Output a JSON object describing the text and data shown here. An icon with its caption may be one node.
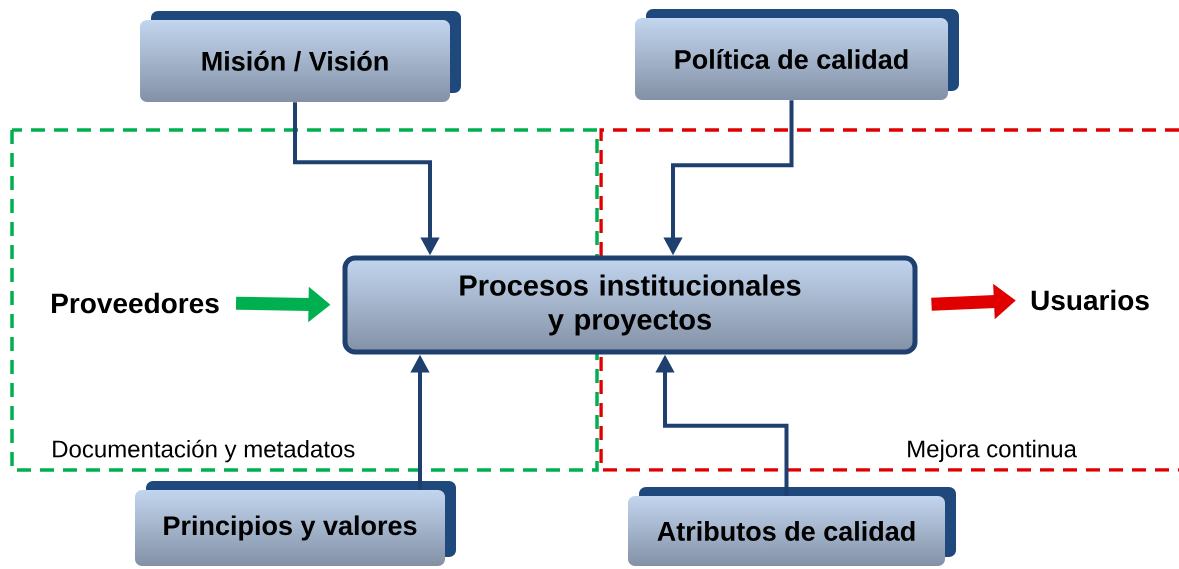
{
  "diagram": {
    "nodes": [
      {
        "text": [
          "Misión / Visión"
        ]
      },
      {
        "text": [
          "Política de calidad"
        ]
      },
      {
        "text": [
          "Proveedores"
        ]
      },
      {
        "text": [
          "Procesos institucionales y proyectos"
        ]
      },
      {
        "text": [
          "Usuarios"
        ]
      },
      {
        "text": [
          "Principios y valores"
        ]
      },
      {
        "text": [
          "Atributos de calidad"
        ]
      }
    ],
    "edges": [
      {
        "from": 0,
        "to": 3,
        "arrow": "to"
      },
      {
        "from": 1,
        "to": 3,
        "arrow": "to"
      },
      {
        "from": 2,
        "to": 3,
        "arrow": "to",
        "style": "thick",
        "color": "#00b050"
      },
      {
        "from": 3,
        "to": 4,
        "arrow": "to",
        "style": "thick",
        "color": "#e00000"
      },
      {
        "from": 5,
        "to": 3,
        "arrow": "to"
      },
      {
        "from": 6,
        "to": 3,
        "arrow": "to"
      }
    ],
    "labels": [
      "Documentación y metadatos",
      "Mejora continua"
    ]
  }
}
